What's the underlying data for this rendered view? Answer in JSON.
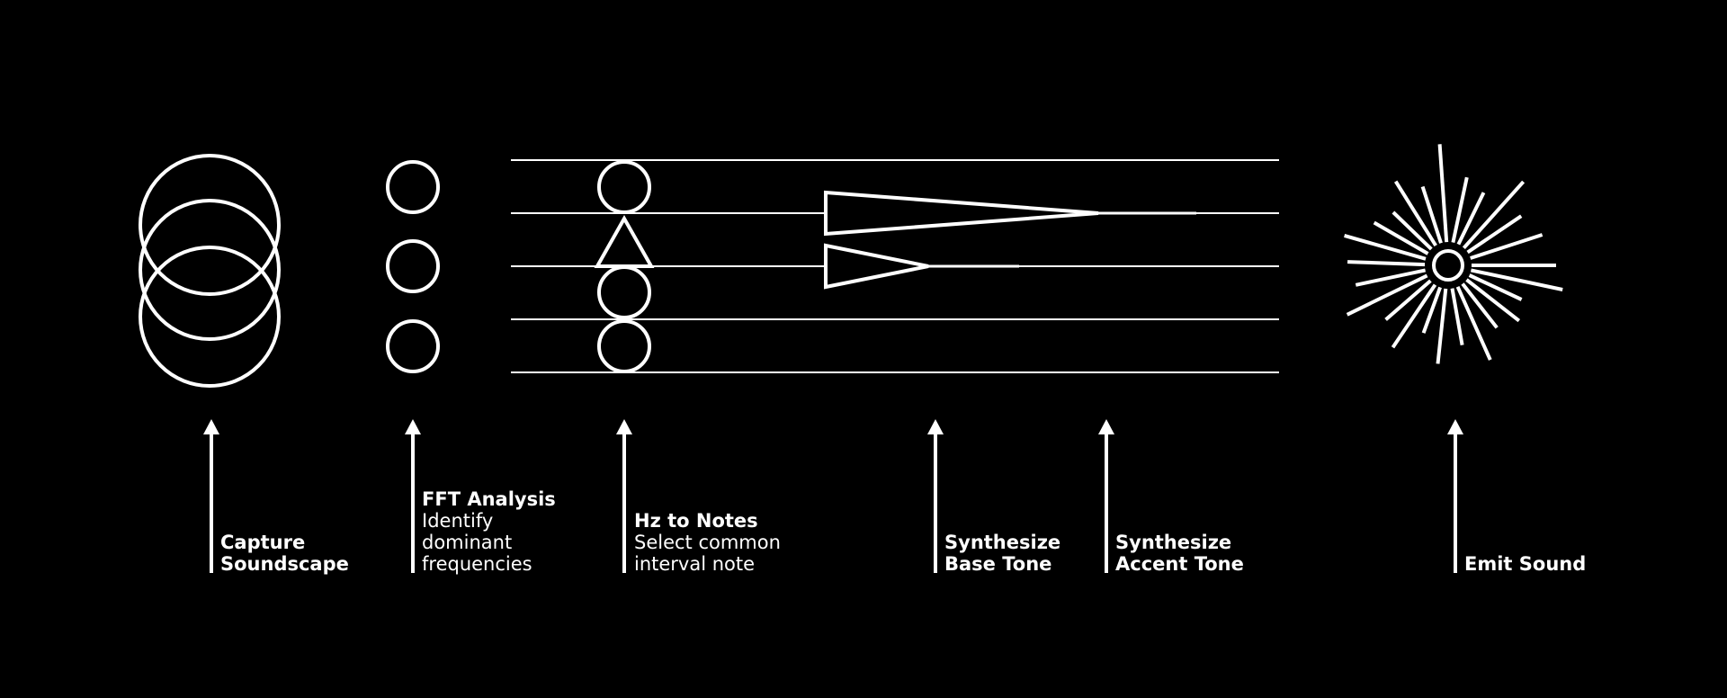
{
  "colors": {
    "background": "#000000",
    "foreground": "#ffffff"
  },
  "steps": [
    {
      "id": "capture",
      "title_lines": [
        "Capture",
        "Soundscape"
      ],
      "desc_lines": [],
      "icon": "overlapping-circles-icon"
    },
    {
      "id": "fft",
      "title_lines": [
        "FFT Analysis"
      ],
      "desc_lines": [
        "Identify",
        "dominant",
        "frequencies"
      ],
      "icon": "frequency-circles-icon"
    },
    {
      "id": "notes",
      "title_lines": [
        "Hz to Notes"
      ],
      "desc_lines": [
        "Select common",
        "interval note"
      ],
      "icon": "note-stack-icon"
    },
    {
      "id": "base",
      "title_lines": [
        "Synthesize",
        "Base Tone"
      ],
      "desc_lines": [],
      "icon": "base-tone-wedge-icon"
    },
    {
      "id": "accent",
      "title_lines": [
        "Synthesize",
        "Accent Tone"
      ],
      "desc_lines": [],
      "icon": "accent-tone-wedge-icon"
    },
    {
      "id": "emit",
      "title_lines": [
        "Emit Sound"
      ],
      "desc_lines": [],
      "icon": "sound-burst-icon"
    }
  ]
}
